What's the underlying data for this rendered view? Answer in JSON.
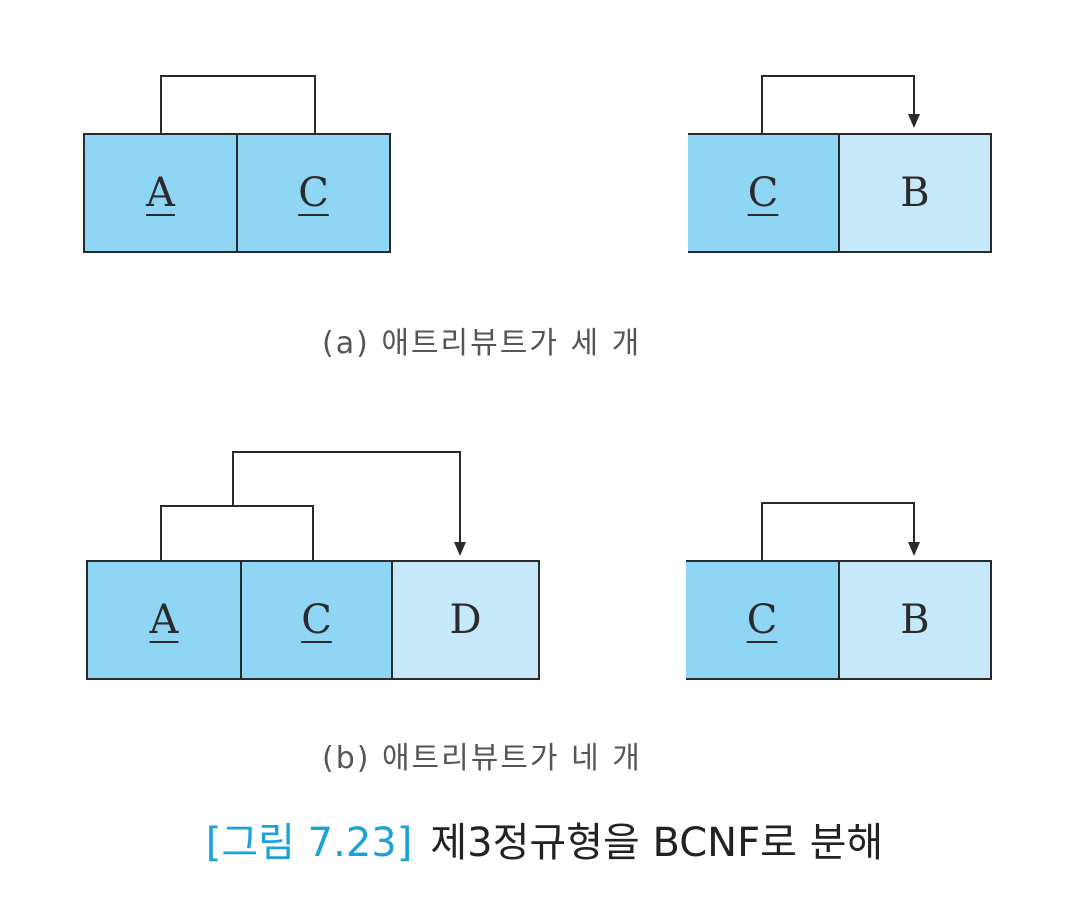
{
  "diagram_a": {
    "left_relation": [
      {
        "name": "A",
        "key": true,
        "shade": "dark"
      },
      {
        "name": "C",
        "key": true,
        "shade": "dark"
      }
    ],
    "right_relation": [
      {
        "name": "C",
        "key": true,
        "shade": "dark"
      },
      {
        "name": "B",
        "key": false,
        "shade": "light"
      }
    ],
    "caption": "(a) 애트리뷰트가 세 개"
  },
  "diagram_b": {
    "left_relation": [
      {
        "name": "A",
        "key": true,
        "shade": "dark"
      },
      {
        "name": "C",
        "key": true,
        "shade": "dark"
      },
      {
        "name": "D",
        "key": false,
        "shade": "light"
      }
    ],
    "right_relation": [
      {
        "name": "C",
        "key": true,
        "shade": "dark"
      },
      {
        "name": "B",
        "key": false,
        "shade": "light"
      }
    ],
    "caption": "(b) 애트리뷰트가 네 개"
  },
  "figure": {
    "label": "[그림 7.23]",
    "title": "제3정규형을 BCNF로 분해"
  },
  "colors": {
    "key_fill": "#8fd6f5",
    "nonkey_fill": "#c6e9fa",
    "border": "#2a2a2a",
    "figure_label": "#1aa3d9"
  }
}
